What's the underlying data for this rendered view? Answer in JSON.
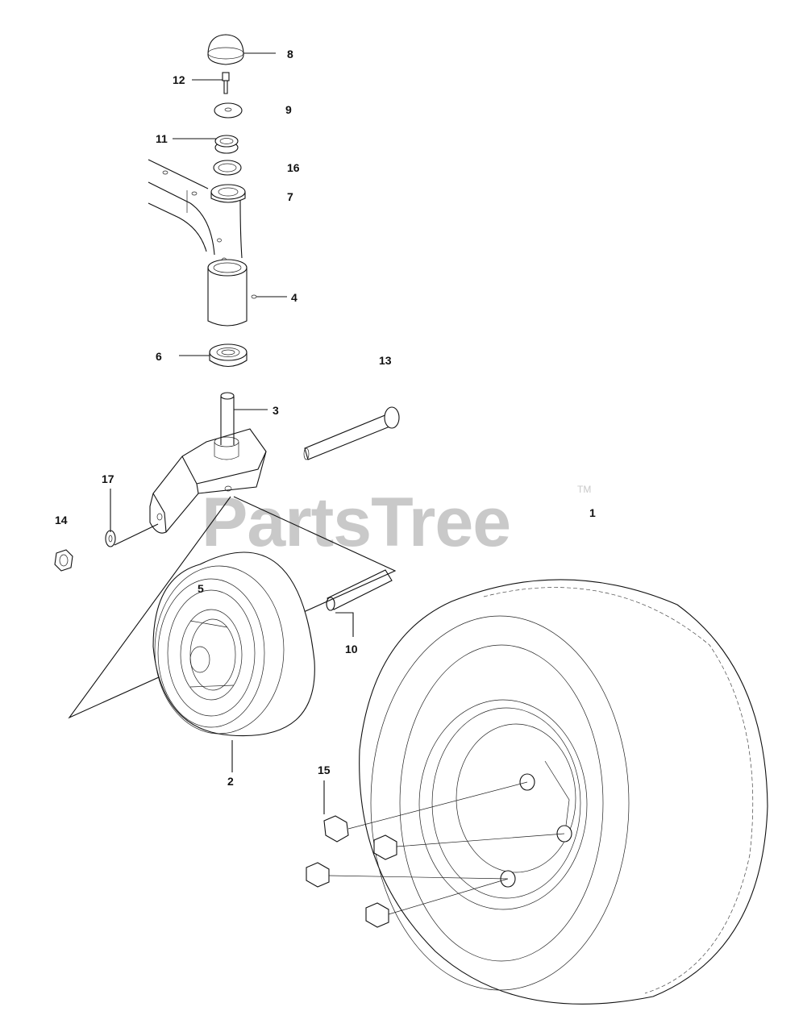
{
  "watermark": {
    "text": "PartsTree",
    "trademark": "TM"
  },
  "callouts": [
    {
      "id": "c8",
      "label": "8"
    },
    {
      "id": "c12",
      "label": "12"
    },
    {
      "id": "c9",
      "label": "9"
    },
    {
      "id": "c11",
      "label": "11"
    },
    {
      "id": "c16",
      "label": "16"
    },
    {
      "id": "c7",
      "label": "7"
    },
    {
      "id": "c4",
      "label": "4"
    },
    {
      "id": "c6",
      "label": "6"
    },
    {
      "id": "c13",
      "label": "13"
    },
    {
      "id": "c3",
      "label": "3"
    },
    {
      "id": "c17",
      "label": "17"
    },
    {
      "id": "c14",
      "label": "14"
    },
    {
      "id": "c1",
      "label": "1"
    },
    {
      "id": "c5",
      "label": "5"
    },
    {
      "id": "c10",
      "label": "10"
    },
    {
      "id": "c2",
      "label": "2"
    },
    {
      "id": "c15",
      "label": "15"
    }
  ]
}
